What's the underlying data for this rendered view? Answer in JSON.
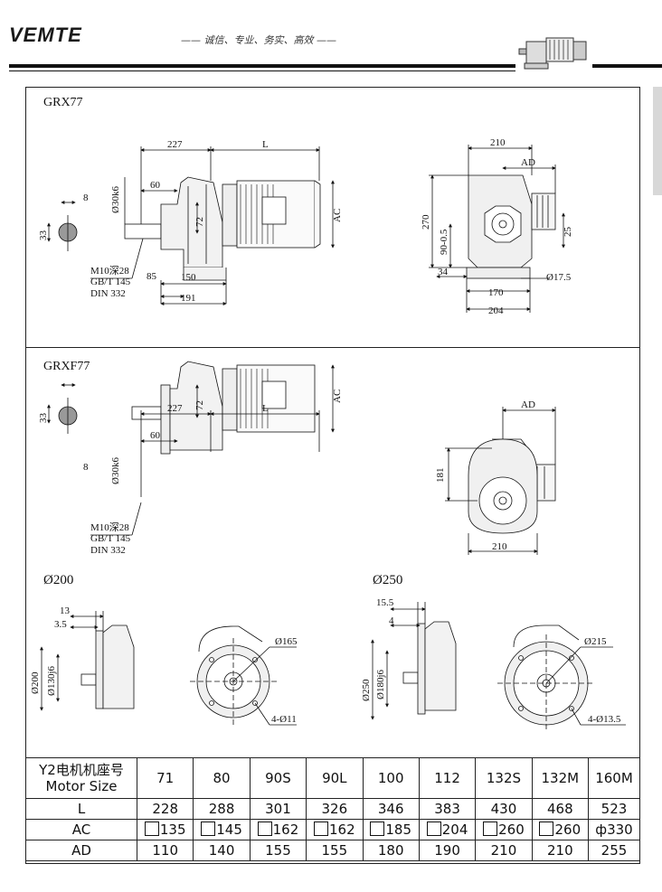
{
  "header": {
    "brand": "VEMTE",
    "slogan": "—— 诚信、专业、务实、高效 ——"
  },
  "sections": [
    {
      "title": "GRX77",
      "side_dims": {
        "d227": "227",
        "dL": "L",
        "d60": "60",
        "shaft": "Ø30k6",
        "d72": "72",
        "dAC": "AC",
        "d8": "8",
        "d33": "33",
        "d85": "85",
        "d150": "150",
        "d191": "191",
        "note1": "M10深28",
        "note2": "GB/T 145",
        "note3": "DIN 332"
      },
      "end_dims": {
        "d210": "210",
        "dAD": "AD",
        "d270": "270",
        "d25": "25",
        "d90": "90-0.5",
        "d34": "34",
        "d175": "Ø17.5",
        "d170": "170",
        "d204": "204"
      }
    },
    {
      "title": "GRXF77",
      "side_dims": {
        "d227": "227",
        "dL": "L",
        "d60": "60",
        "shaft": "Ø30k6",
        "d72": "72",
        "dAC": "AC",
        "d8": "8",
        "d33": "33",
        "note1": "M10深28",
        "note2": "GB/T 145",
        "note3": "DIN 332"
      },
      "end_dims": {
        "dAD": "AD",
        "d181": "181",
        "d210": "210"
      }
    }
  ],
  "flanges": [
    {
      "title": "Ø200",
      "d13": "13",
      "d35": "3.5",
      "dia": "Ø200",
      "spig": "Ø130j6",
      "pcd": "Ø165",
      "holes": "4-Ø11"
    },
    {
      "title": "Ø250",
      "d13": "15.5",
      "d35": "4",
      "dia": "Ø250",
      "spig": "Ø180j6",
      "pcd": "Ø215",
      "holes": "4-Ø13.5"
    }
  ],
  "table": {
    "head_label_1": "Y2电机机座号",
    "head_label_2": "Motor Size",
    "sizes": [
      "71",
      "80",
      "90S",
      "90L",
      "100",
      "112",
      "132S",
      "132M",
      "160M"
    ],
    "rows": [
      {
        "label": "L",
        "values": [
          "228",
          "288",
          "301",
          "326",
          "346",
          "383",
          "430",
          "468",
          "523"
        ]
      },
      {
        "label": "AC",
        "values": [
          "135",
          "145",
          "162",
          "162",
          "185",
          "204",
          "260",
          "260",
          "ф330"
        ],
        "square": [
          true,
          true,
          true,
          true,
          true,
          true,
          true,
          true,
          false
        ]
      },
      {
        "label": "AD",
        "values": [
          "110",
          "140",
          "155",
          "155",
          "180",
          "190",
          "210",
          "210",
          "255"
        ]
      }
    ]
  }
}
